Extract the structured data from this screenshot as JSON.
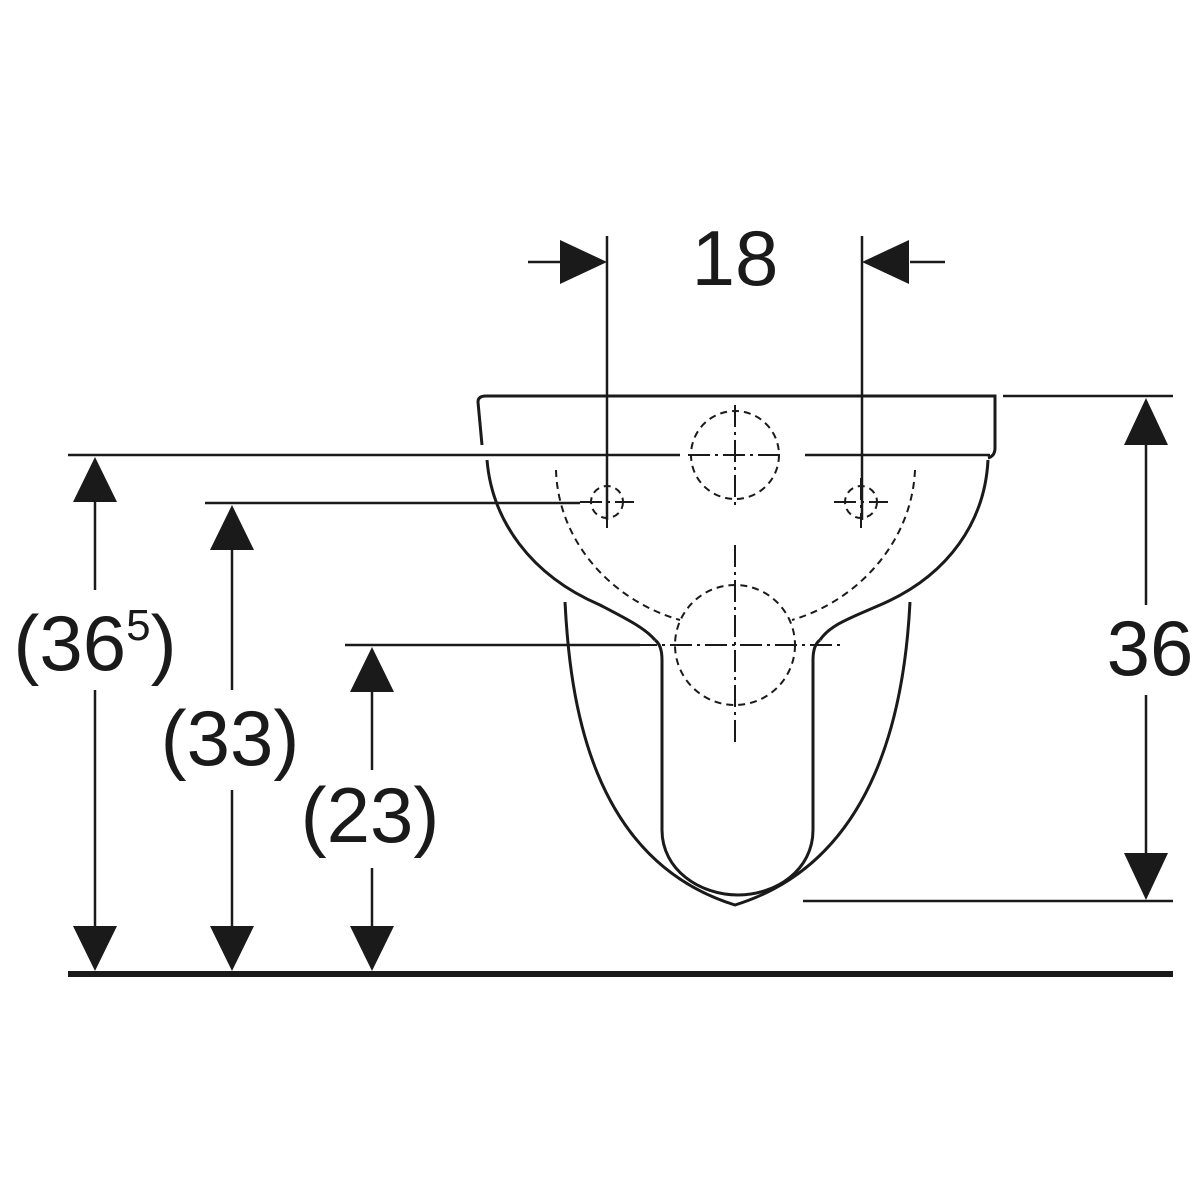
{
  "diagram": {
    "top_width": {
      "text": "18"
    },
    "height_right": {
      "text": "36"
    },
    "height_outer_left": {
      "text": "(36",
      "sup": "5",
      "close": ")"
    },
    "height_mid_left": {
      "text": "(33)"
    },
    "height_inner_left": {
      "text": "(23)"
    },
    "line_color": "#1a1a1a"
  }
}
